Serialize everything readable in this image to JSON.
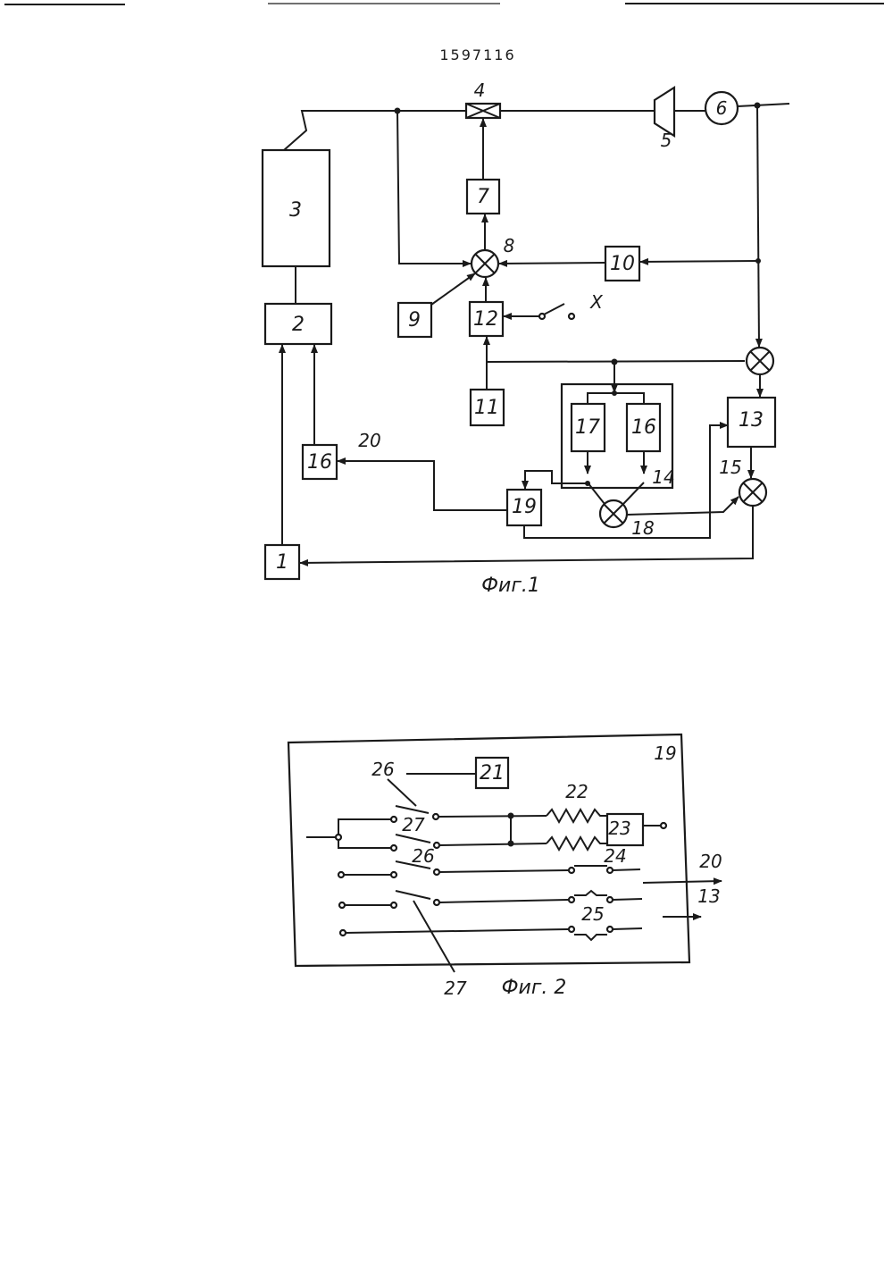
{
  "document": {
    "number": "1597116"
  },
  "fig1": {
    "caption": "Фиг.1",
    "blocks": {
      "b1": "1",
      "b2": "2",
      "b3": "3",
      "b7": "7",
      "b9": "9",
      "b10": "10",
      "b11": "11",
      "b12": "12",
      "b13": "13",
      "b16a": "16",
      "b16b": "16",
      "b17": "17",
      "b19": "19"
    },
    "labels": {
      "l4": "4",
      "l5": "5",
      "l6": "6",
      "l8": "8",
      "l14": "14",
      "l15": "15",
      "l18": "18",
      "l20": "20",
      "lX": "X"
    }
  },
  "fig2": {
    "caption": "Фиг. 2",
    "blocks": {
      "b21": "21"
    },
    "labels": {
      "l19": "19",
      "l22": "22",
      "l23": "23",
      "l24": "24",
      "l25": "25",
      "l26a": "26",
      "l26b": "26",
      "l27a": "27",
      "l27b": "27",
      "out20": "20",
      "out13": "13"
    }
  }
}
